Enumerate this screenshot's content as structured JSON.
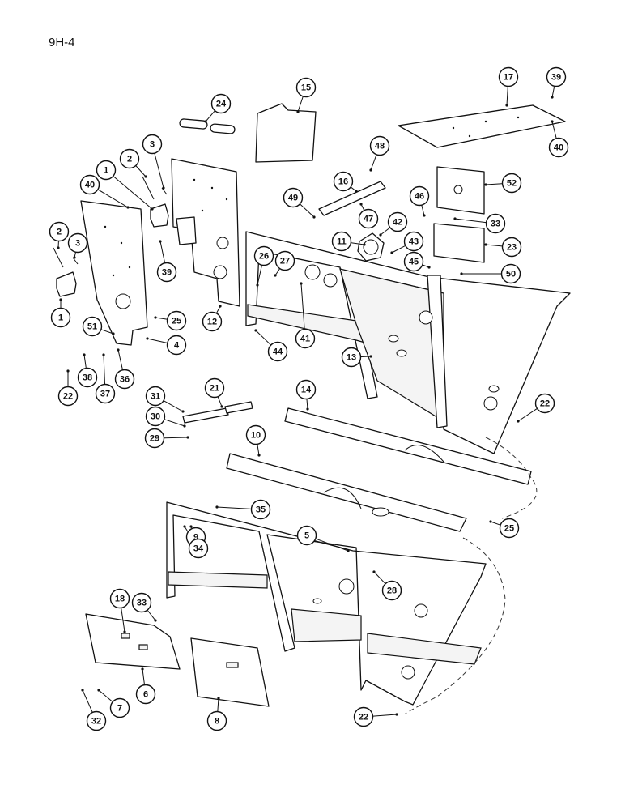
{
  "page_ref": "9H-4",
  "callouts": [
    {
      "n": "1"
    },
    {
      "n": "1"
    },
    {
      "n": "2"
    },
    {
      "n": "2"
    },
    {
      "n": "3"
    },
    {
      "n": "3"
    },
    {
      "n": "4"
    },
    {
      "n": "5"
    },
    {
      "n": "6"
    },
    {
      "n": "7"
    },
    {
      "n": "8"
    },
    {
      "n": "9"
    },
    {
      "n": "10"
    },
    {
      "n": "11"
    },
    {
      "n": "12"
    },
    {
      "n": "13"
    },
    {
      "n": "14"
    },
    {
      "n": "15"
    },
    {
      "n": "16"
    },
    {
      "n": "17"
    },
    {
      "n": "18"
    },
    {
      "n": "21"
    },
    {
      "n": "22"
    },
    {
      "n": "22"
    },
    {
      "n": "22"
    },
    {
      "n": "23"
    },
    {
      "n": "24"
    },
    {
      "n": "25"
    },
    {
      "n": "25"
    },
    {
      "n": "26"
    },
    {
      "n": "27"
    },
    {
      "n": "28"
    },
    {
      "n": "29"
    },
    {
      "n": "30"
    },
    {
      "n": "31"
    },
    {
      "n": "32"
    },
    {
      "n": "33"
    },
    {
      "n": "33"
    },
    {
      "n": "34"
    },
    {
      "n": "35"
    },
    {
      "n": "36"
    },
    {
      "n": "37"
    },
    {
      "n": "38"
    },
    {
      "n": "39"
    },
    {
      "n": "39"
    },
    {
      "n": "40"
    },
    {
      "n": "40"
    },
    {
      "n": "41"
    },
    {
      "n": "42"
    },
    {
      "n": "43"
    },
    {
      "n": "44"
    },
    {
      "n": "45"
    },
    {
      "n": "46"
    },
    {
      "n": "47"
    },
    {
      "n": "48"
    },
    {
      "n": "49"
    },
    {
      "n": "50"
    },
    {
      "n": "51"
    },
    {
      "n": "52"
    }
  ]
}
